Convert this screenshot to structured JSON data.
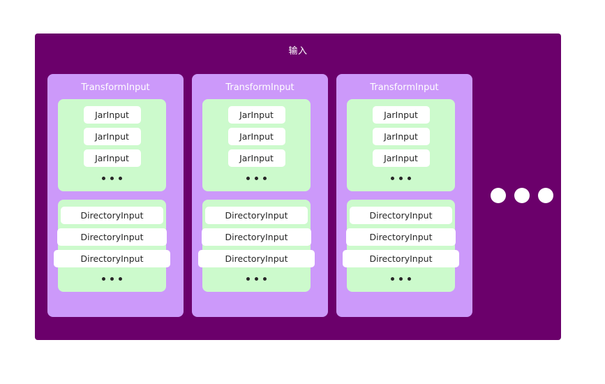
{
  "diagram": {
    "title": "输入",
    "colors": {
      "outer_panel": "#6B006B",
      "card": "#CC99FA",
      "group_panel": "#CCFACC",
      "pill": "#FFFFFF",
      "title_text": "#FFFFFF",
      "pill_text": "#262626",
      "page_background": "#FFFFFF"
    },
    "cards": [
      {
        "title": "TransformInput",
        "groups": [
          {
            "kind": "jar-input-group",
            "items": [
              "JarInput",
              "JarInput",
              "JarInput"
            ],
            "ellipsis": "..."
          },
          {
            "kind": "directory-input-group",
            "items": [
              "DirectoryInput",
              "DirectoryInput",
              "DirectoryInput"
            ],
            "ellipsis": "..."
          }
        ]
      },
      {
        "title": "TransformInput",
        "groups": [
          {
            "kind": "jar-input-group",
            "items": [
              "JarInput",
              "JarInput",
              "JarInput"
            ],
            "ellipsis": "..."
          },
          {
            "kind": "directory-input-group",
            "items": [
              "DirectoryInput",
              "DirectoryInput",
              "DirectoryInput"
            ],
            "ellipsis": "..."
          }
        ]
      },
      {
        "title": "TransformInput",
        "groups": [
          {
            "kind": "jar-input-group",
            "items": [
              "JarInput",
              "JarInput",
              "JarInput"
            ],
            "ellipsis": "..."
          },
          {
            "kind": "directory-input-group",
            "items": [
              "DirectoryInput",
              "DirectoryInput",
              "DirectoryInput"
            ],
            "ellipsis": "..."
          }
        ]
      }
    ],
    "row_continuation": {
      "name": "more-items-indicator",
      "dot_count": 3
    }
  }
}
